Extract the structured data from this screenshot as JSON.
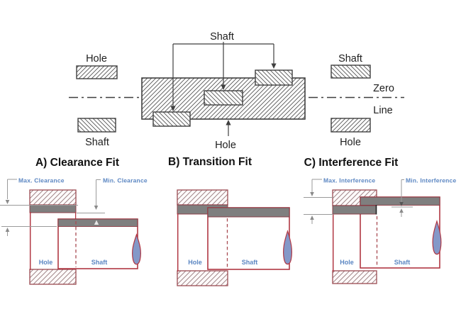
{
  "top_diagram": {
    "left": {
      "hole_label": "Hole",
      "shaft_label": "Shaft"
    },
    "center": {
      "shaft_label": "Shaft",
      "hole_label": "Hole"
    },
    "right": {
      "shaft_label": "Shaft",
      "zero_label": "Zero",
      "line_label": "Line",
      "hole_label": "Hole"
    }
  },
  "panels": [
    {
      "id": "A",
      "title": "A) Clearance Fit",
      "max_label": "Max. Clearance",
      "min_label": "Min. Clearance",
      "hole_label": "Hole",
      "shaft_label": "Shaft"
    },
    {
      "id": "B",
      "title": "B) Transition Fit",
      "hole_label": "Hole",
      "shaft_label": "Shaft"
    },
    {
      "id": "C",
      "title": "C) Interference Fit",
      "max_label": "Max. Interference",
      "min_label": "Min. Interference",
      "hole_label": "Hole",
      "shaft_label": "Shaft"
    }
  ],
  "colors": {
    "outline_red": "#b13743",
    "dark_red": "#8c3741",
    "tolerance_gray": "#7f7f7f",
    "label_blue": "#5b86c2",
    "teardrop_blue": "#8498c8",
    "diagram_black": "#3f3f3f",
    "leader_gray": "#9a9a9a"
  }
}
